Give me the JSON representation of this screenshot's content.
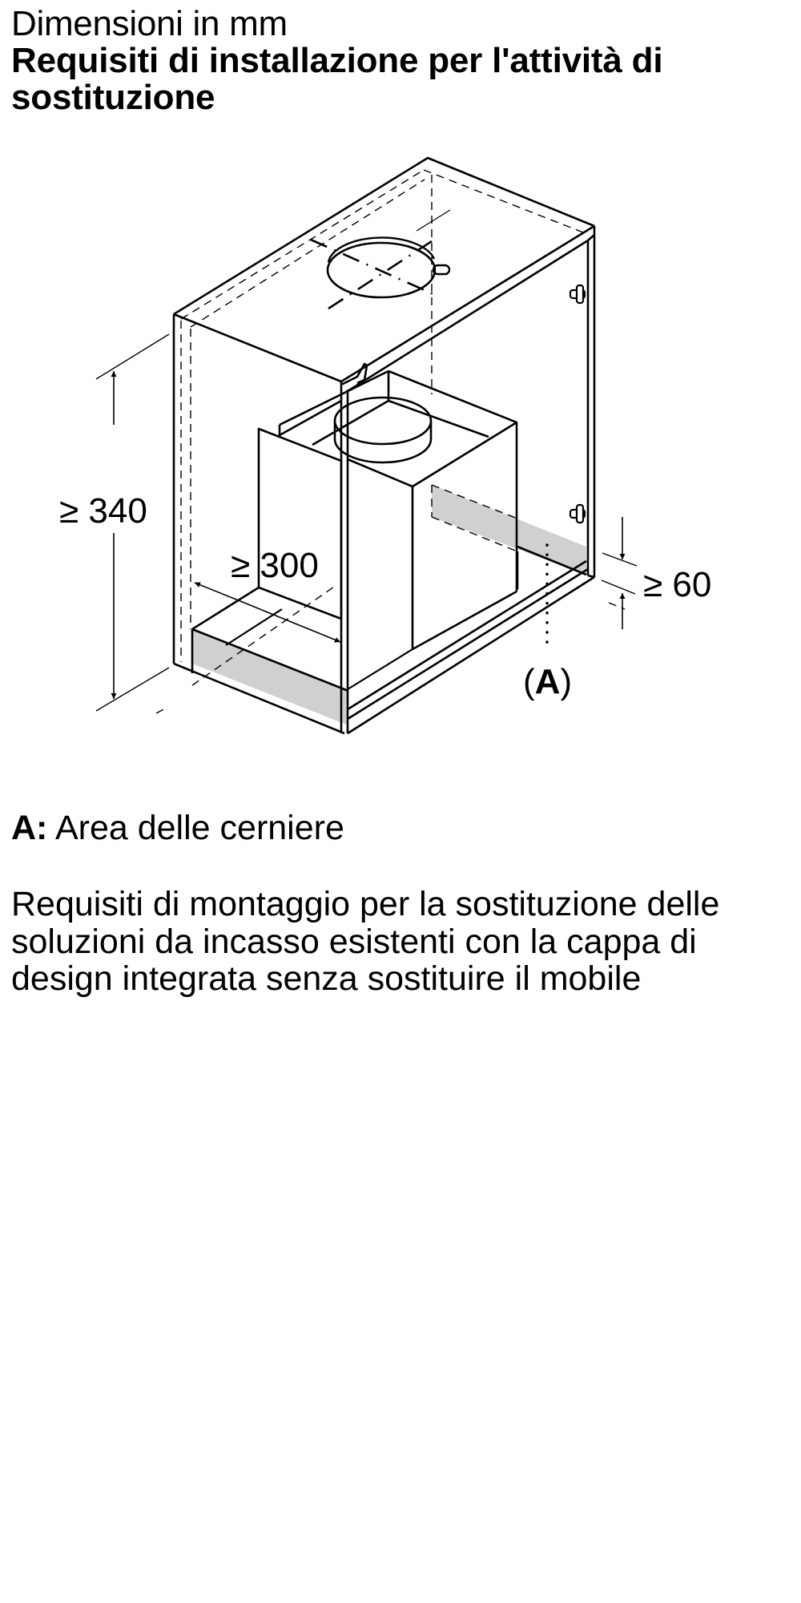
{
  "header": {
    "subtitle": "Dimensioni in mm",
    "title_line1": "Requisiti di installazione per l'attività di",
    "title_line2": "sostituzione"
  },
  "diagram": {
    "dimensions": {
      "height": "≥ 340",
      "depth": "≥ 300",
      "hinge_clearance": "≥ 60"
    },
    "callout": {
      "open": "(",
      "letter": "A",
      "close": ")"
    },
    "colors": {
      "line": "#000000",
      "highlight": "#d0d0d0"
    }
  },
  "legend": {
    "key": "A:",
    "text": "Area delle cerniere"
  },
  "description": {
    "lines": [
      "Requisiti di montaggio per la sostituzione delle",
      "soluzioni da incasso esistenti con la cappa di",
      "design integrata senza sostituire il mobile"
    ]
  }
}
